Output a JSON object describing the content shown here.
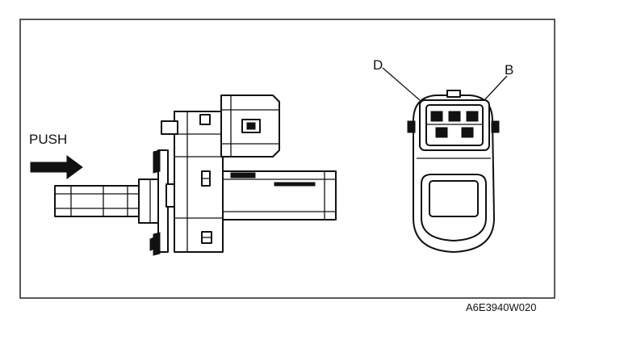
{
  "labels": {
    "push": "PUSH",
    "pin_left": "D",
    "pin_right": "B",
    "figure_code": "A6E3940W020"
  },
  "icons": {
    "push_arrow": "right-arrow-icon"
  }
}
